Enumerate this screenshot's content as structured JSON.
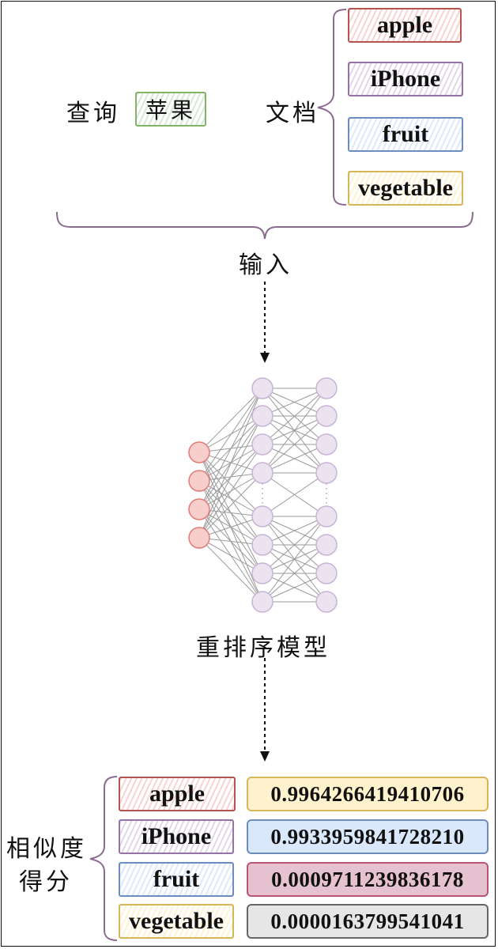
{
  "top": {
    "query_label": "查询",
    "query_term": "苹果",
    "docs_label": "文档",
    "input_label": "输入"
  },
  "documents": [
    "apple",
    "iPhone",
    "fruit",
    "vegetable"
  ],
  "model": {
    "label": "重排序模型",
    "input_nodes": 4,
    "hidden_nodes": 8,
    "output_nodes": 8,
    "colors": {
      "input_fill": "#f8cecc",
      "input_stroke": "#e07a75",
      "hidden_fill": "#ece3f0",
      "hidden_stroke": "#c8b3d6"
    }
  },
  "results": {
    "label_line1": "相似度",
    "label_line2": "得分",
    "rows": [
      {
        "doc": "apple",
        "score": "0.9964266419410706"
      },
      {
        "doc": "iPhone",
        "score": "0.9933959841728210"
      },
      {
        "doc": "fruit",
        "score": "0.0009711239836178"
      },
      {
        "doc": "vegetable",
        "score": "0.0000163799541041"
      }
    ]
  },
  "colors": {
    "red": "#b85450",
    "purple": "#9673a6",
    "blue": "#6c8ebf",
    "yellow": "#d6b656",
    "green": "#82b366",
    "brace": "#8a6a8f"
  }
}
